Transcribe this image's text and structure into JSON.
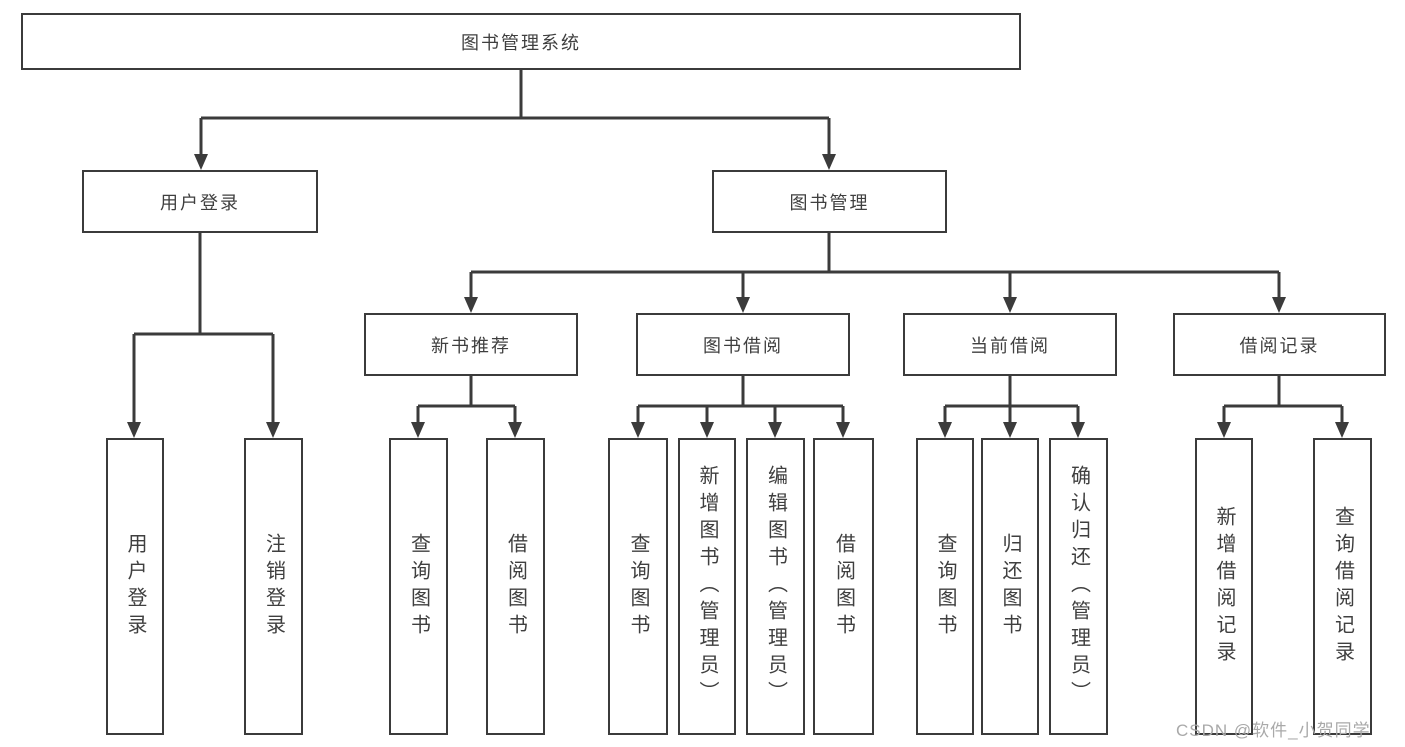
{
  "diagram_title": "图书管理系统",
  "tree": {
    "root": {
      "label": "图书管理系统"
    },
    "children": [
      {
        "label": "用户登录",
        "children": [
          {
            "label": "用户登录"
          },
          {
            "label": "注销登录"
          }
        ]
      },
      {
        "label": "图书管理",
        "children": [
          {
            "label": "新书推荐",
            "children": [
              {
                "label": "查询图书"
              },
              {
                "label": "借阅图书"
              }
            ]
          },
          {
            "label": "图书借阅",
            "children": [
              {
                "label": "查询图书"
              },
              {
                "label": "新增图书（管理员）"
              },
              {
                "label": "编辑图书（管理员）"
              },
              {
                "label": "借阅图书"
              }
            ]
          },
          {
            "label": "当前借阅",
            "children": [
              {
                "label": "查询图书"
              },
              {
                "label": "归还图书"
              },
              {
                "label": "确认归还（管理员）"
              }
            ]
          },
          {
            "label": "借阅记录",
            "children": [
              {
                "label": "新增借阅记录"
              },
              {
                "label": "查询借阅记录"
              }
            ]
          }
        ]
      }
    ]
  },
  "watermark": "CSDN @软件_小贺同学",
  "colors": {
    "line": "#3b3b3b",
    "text": "#3f3f3f",
    "watermark": "#a9a9a9",
    "background": "#ffffff"
  }
}
